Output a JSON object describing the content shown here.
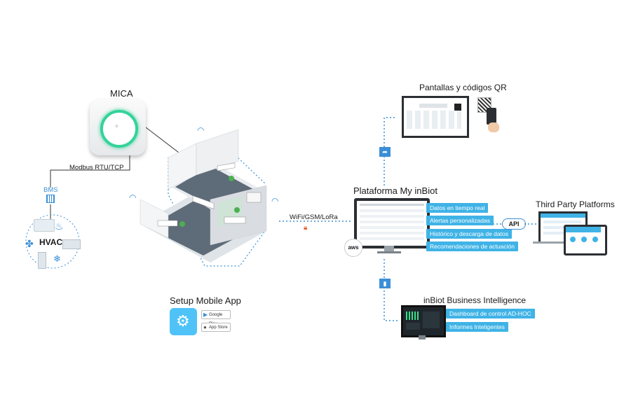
{
  "labels": {
    "mica": "MICA",
    "modbus": "Modbus RTU/TCP",
    "bms": "BMS",
    "hvac": "HVAC",
    "wireless": "WiFi/GSM/LoRa",
    "setup_app": "Setup Mobile App",
    "platform": "Plataforma My inBiot",
    "aws": "aws",
    "screens_qr": "Pantallas y códigos QR",
    "third_party": "Third Party Platforms",
    "api": "API",
    "business_intel": "inBiot Business Intelligence"
  },
  "platform_features": [
    "Datos en tiempo real",
    "Alertas personalizadas",
    "Histórico y descarga de datos",
    "Recomendaciones de actuación"
  ],
  "bi_features": [
    "Dashboard de control AD-HOC",
    "Informes Inteligentes"
  ],
  "stores": {
    "google_play": "Google Play",
    "app_store": "App Store"
  },
  "colors": {
    "accent": "#3fb3e6",
    "line": "#3a8fd6",
    "mica_ring": "#34d39a",
    "wall": "#e9ecef",
    "floor": "#5e6b78"
  }
}
